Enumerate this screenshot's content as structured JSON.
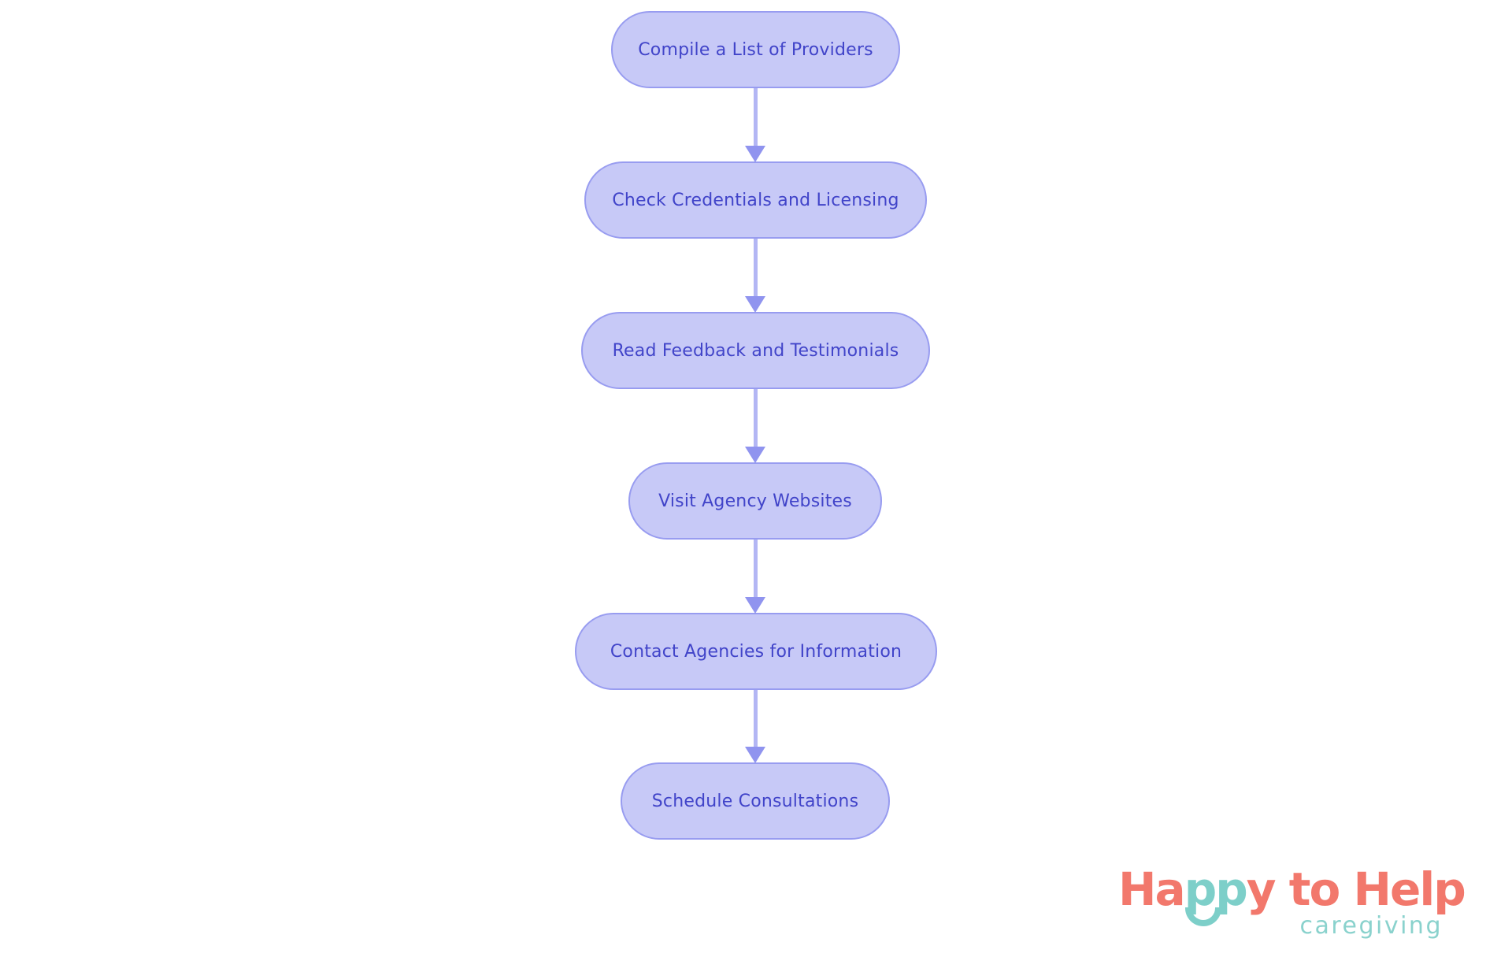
{
  "flowchart": {
    "nodes": [
      {
        "label": "Compile a List of Providers"
      },
      {
        "label": "Check Credentials and Licensing"
      },
      {
        "label": "Read Feedback and Testimonials"
      },
      {
        "label": "Visit Agency Websites"
      },
      {
        "label": "Contact Agencies for Information"
      },
      {
        "label": "Schedule Consultations"
      }
    ],
    "colors": {
      "node_fill": "#c7c9f7",
      "node_border": "#989cf0",
      "node_text": "#4144c9",
      "arrow_stem": "#b3b6f4",
      "arrow_head": "#9094ef"
    }
  },
  "logo": {
    "brand_full": "Happy to Help",
    "parts": {
      "ha": "Ha",
      "pp": "pp",
      "y_to": "y to ",
      "help": "Help"
    },
    "tagline": "caregiving",
    "colors": {
      "coral": "#f2786c",
      "teal": "#7dcfc9"
    }
  }
}
